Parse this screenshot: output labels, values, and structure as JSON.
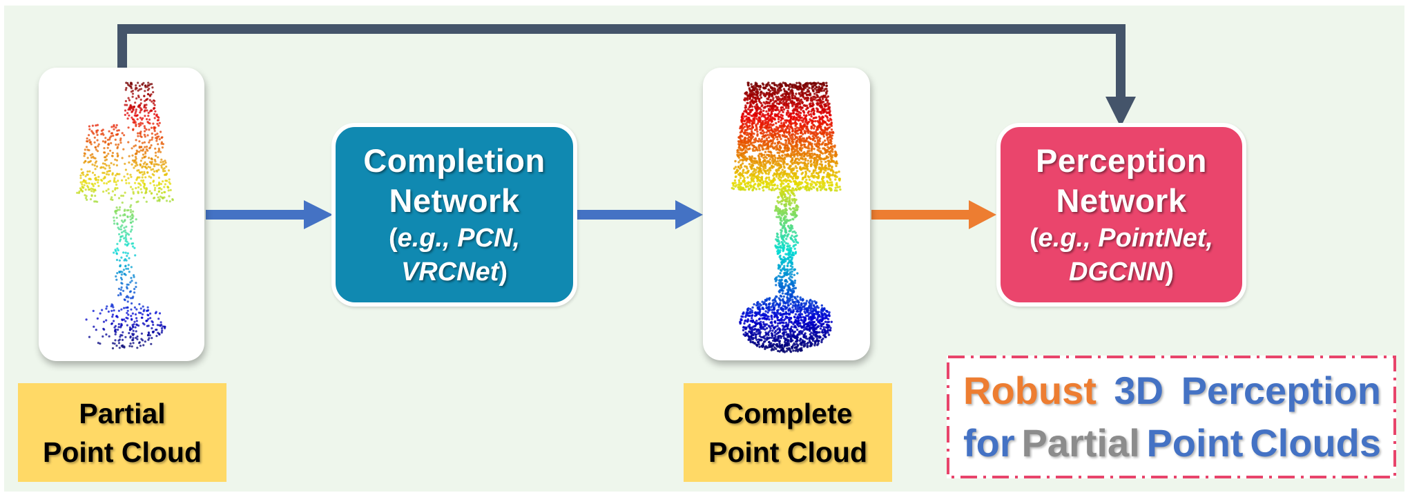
{
  "colors": {
    "background": "#EEF6EC",
    "feedback_arrow": "#44546A",
    "flow_arrow": "#4472C4",
    "output_arrow": "#ED7D31",
    "completion_box": "#1089B1",
    "perception_box": "#EA456C",
    "label_fill": "#FFD966",
    "tagline_border": "#E8446B",
    "text_orange": "#ED7D31",
    "text_blue": "#4472C4",
    "text_gray": "#8C8C8C"
  },
  "nodes": {
    "partial_cloud": {
      "label_line1": "Partial",
      "label_line2": "Point Cloud",
      "image": "partial-lamp-point-cloud"
    },
    "completion_network": {
      "title_line1": "Completion",
      "title_line2": "Network",
      "examples_open": "(",
      "examples_line1": "e.g., PCN,",
      "examples_line2": "VRCNet",
      "examples_close": ")"
    },
    "complete_cloud": {
      "label_line1": "Complete",
      "label_line2": "Point Cloud",
      "image": "complete-lamp-point-cloud"
    },
    "perception_network": {
      "title_line1": "Perception",
      "title_line2": "Network",
      "examples_open": "(",
      "examples_line1": "e.g., PointNet,",
      "examples_line2": "DGCNN",
      "examples_close": ")"
    }
  },
  "edges": [
    {
      "from": "partial_cloud",
      "to": "completion_network",
      "style": "blue-arrow"
    },
    {
      "from": "completion_network",
      "to": "complete_cloud",
      "style": "blue-arrow"
    },
    {
      "from": "complete_cloud",
      "to": "perception_network",
      "style": "orange-arrow"
    },
    {
      "from": "partial_cloud",
      "to": "perception_network",
      "style": "dark-feedback-arrow"
    }
  ],
  "tagline": {
    "line1": [
      {
        "text": "Robust",
        "color": "orange"
      },
      {
        "text": "3D",
        "color": "blue"
      },
      {
        "text": "Perception",
        "color": "blue"
      }
    ],
    "line2": [
      {
        "text": "for",
        "color": "blue"
      },
      {
        "text": "Partial",
        "color": "gray"
      },
      {
        "text": "Point",
        "color": "blue"
      },
      {
        "text": "Clouds",
        "color": "blue"
      }
    ]
  }
}
